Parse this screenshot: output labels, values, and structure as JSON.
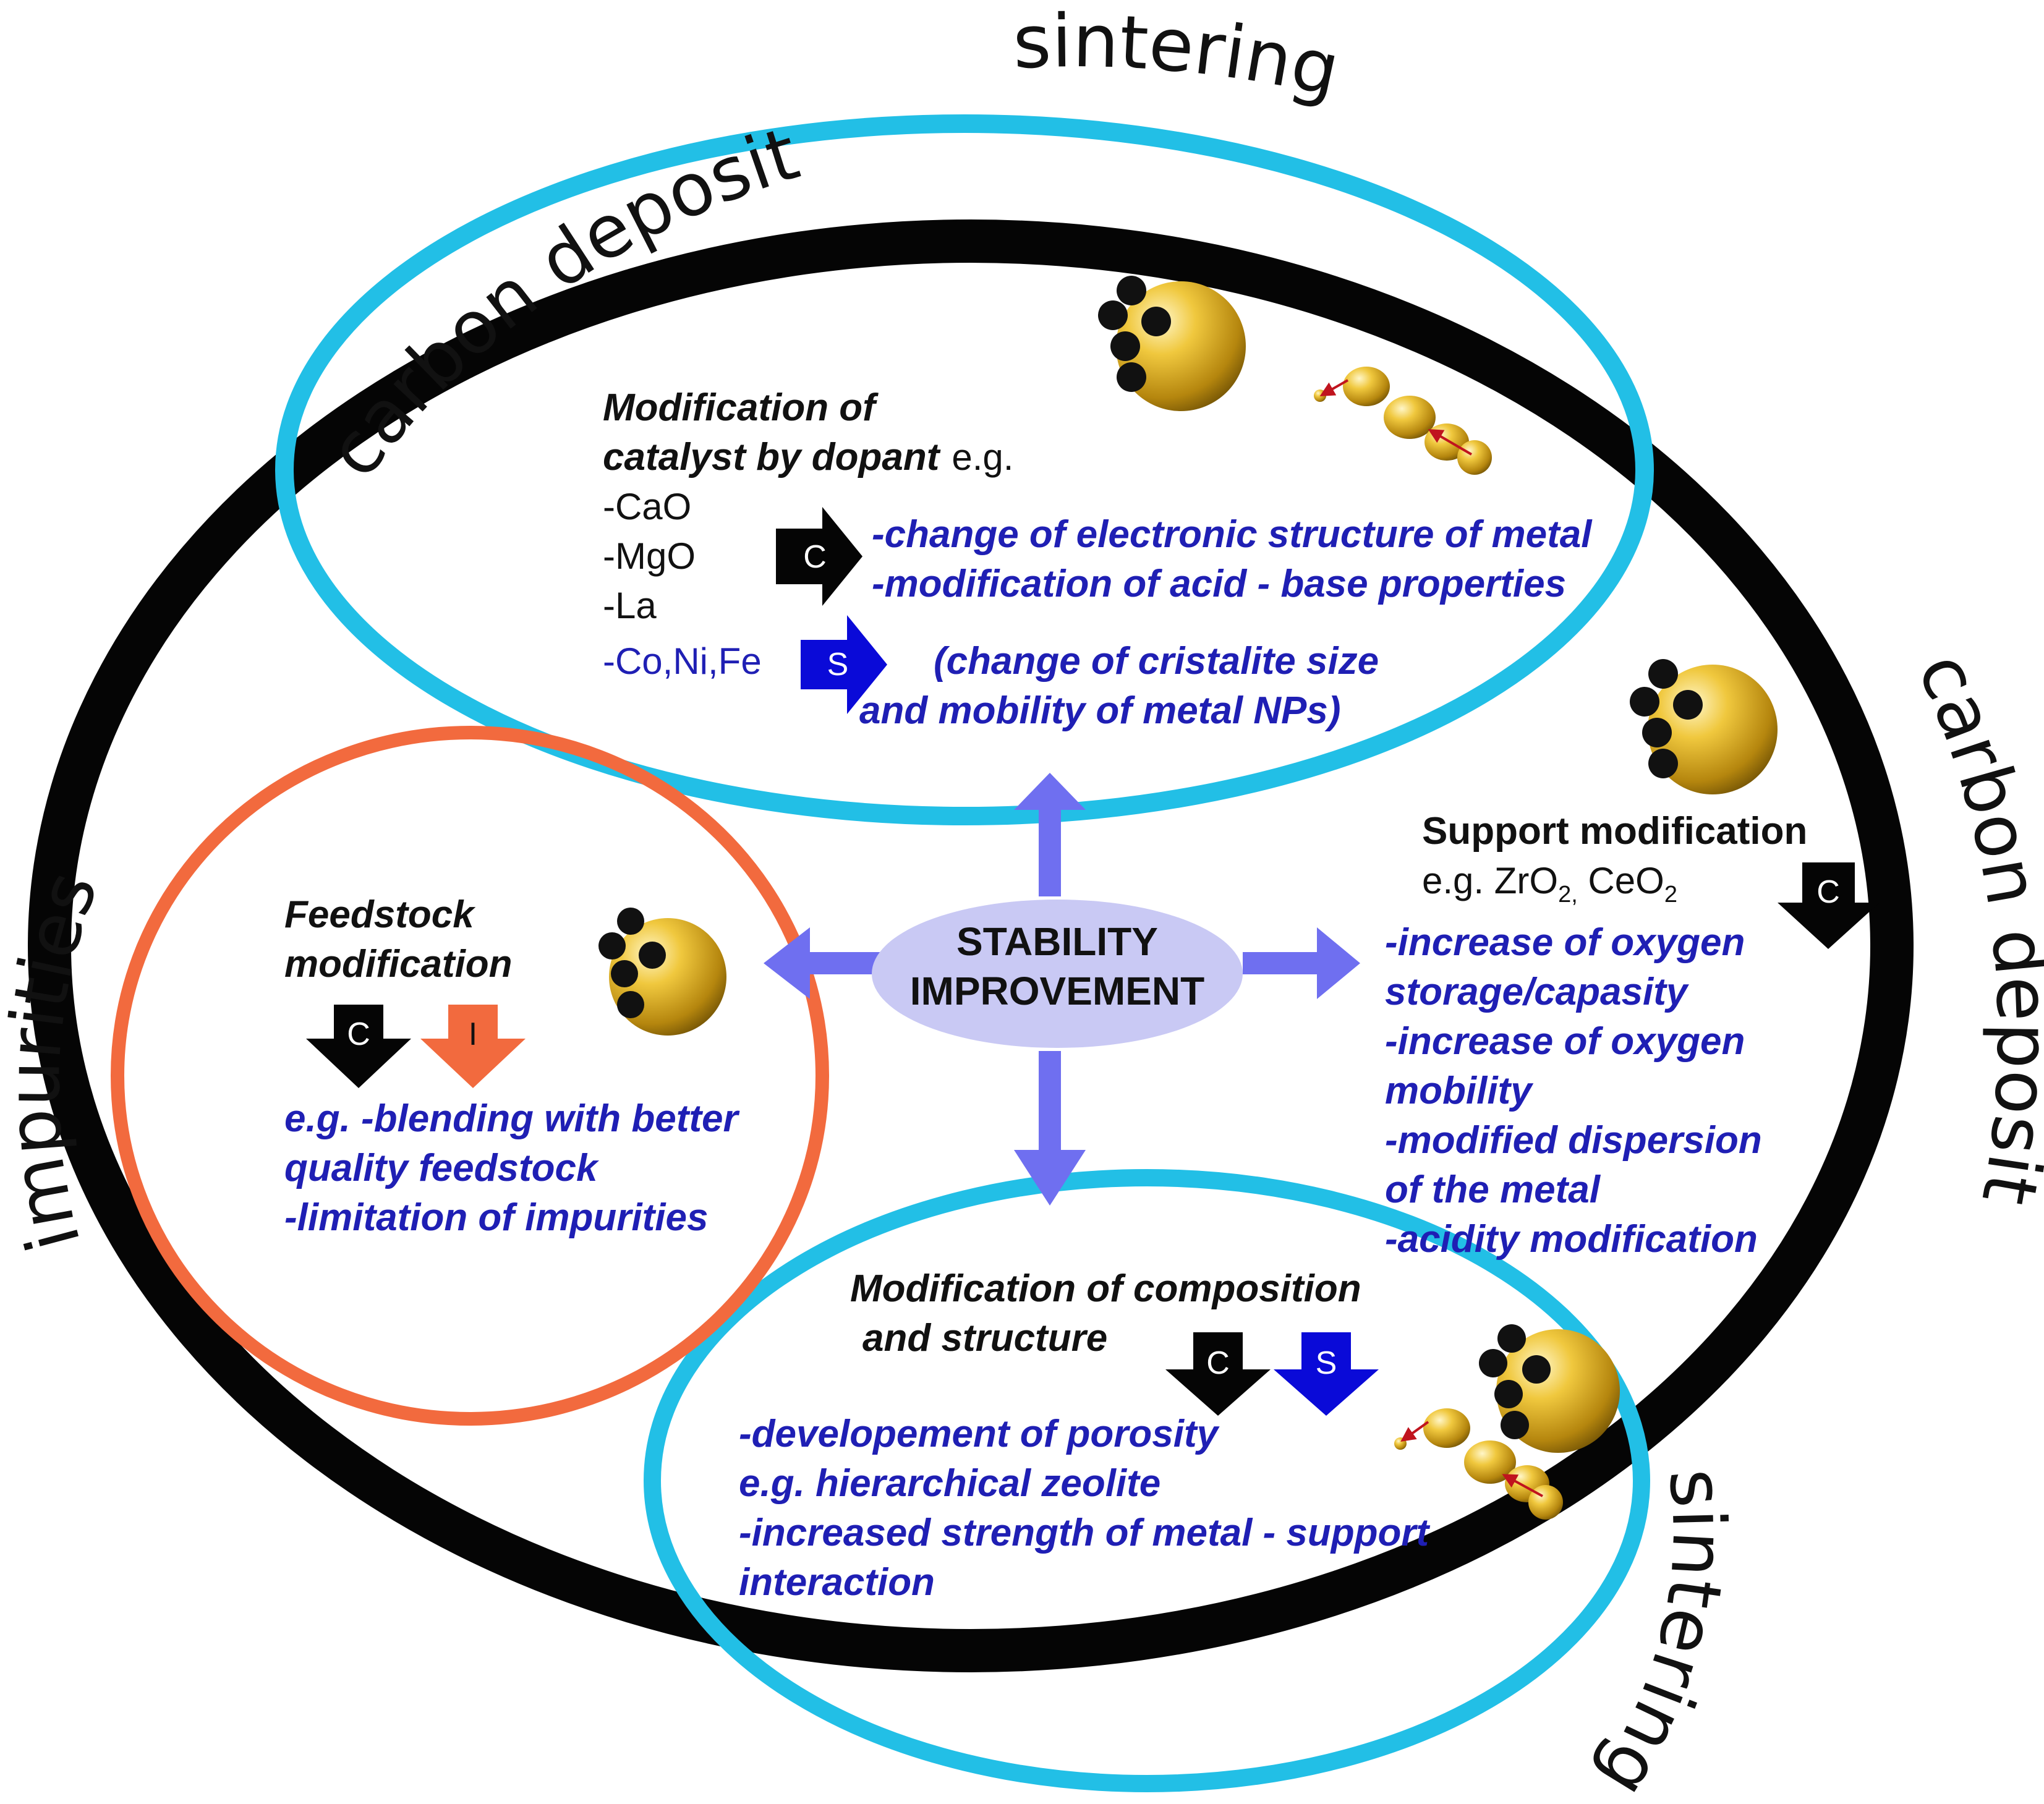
{
  "rings": {
    "sintering_top": "sintering",
    "carbon_deposit_left": "carbon deposit",
    "carbon_deposit_right": "carbon deposit",
    "impurities": "impurities",
    "sintering_bottom": "sintering"
  },
  "center": {
    "line1": "STABILITY",
    "line2": "IMPROVEMENT"
  },
  "dopant": {
    "title_line1": "Modification of",
    "title_line2": "catalyst by dopant",
    "eg": "e.g.",
    "items": [
      "-CaO",
      "-MgO",
      "-La"
    ],
    "metals": "-Co,Ni,Fe",
    "c_effects": [
      "-change of electronic structure of metal",
      "-modification of acid - base properties"
    ],
    "s_effects": [
      "(change of cristalite size",
      "and mobility of metal NPs)"
    ]
  },
  "support": {
    "title": "Support modification",
    "eg_prefix": "e.g. ZrO",
    "eg_sub1": "2,",
    "eg_mid": " CeO",
    "eg_sub2": "2",
    "effects": [
      "-increase of oxygen",
      "storage/capasity",
      "-increase of oxygen",
      "mobility",
      "-modified dispersion",
      "of the metal",
      "-acidity modification"
    ]
  },
  "feedstock": {
    "title_line1": "Feedstock",
    "title_line2": "modification",
    "effects": [
      "e.g. -blending with better",
      "quality feedstock",
      "-limitation of impurities"
    ]
  },
  "composition": {
    "title_line1": "Modification of composition",
    "title_line2": "and structure",
    "effects": [
      "-developement of porosity",
      "e.g. hierarchical  zeolite",
      "-increased strength of metal - support",
      "interaction"
    ]
  },
  "arrow_letters": {
    "carbon": "C",
    "sintering": "S",
    "impurities": "I"
  },
  "colors": {
    "black_ring": "#050505",
    "cyan_ring": "#22bfe6",
    "orange_ring": "#f26a3e",
    "blue_text": "#1f1fb4",
    "center_fill": "#c9c9f4",
    "arrow_purple": "#6f6ff0",
    "gold": "#d7a51c"
  }
}
